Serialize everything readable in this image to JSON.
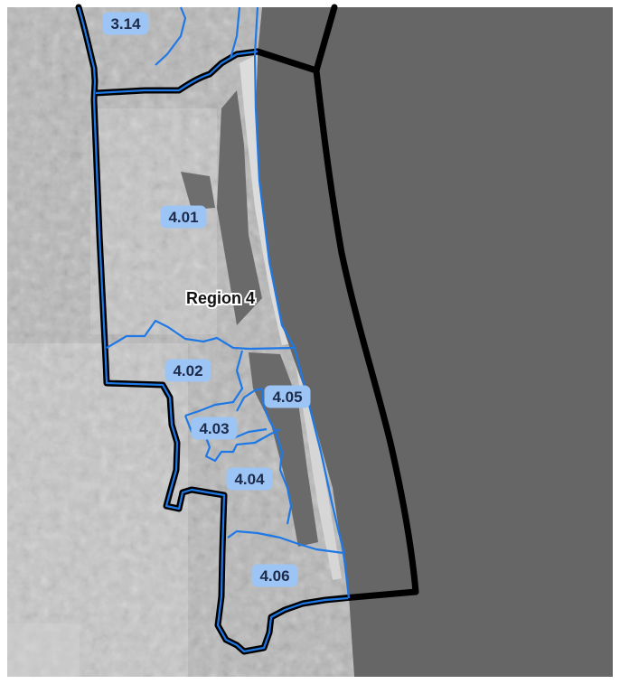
{
  "map": {
    "region_label": "Region 4",
    "subregions": [
      {
        "id": "3.14",
        "label": "3.14"
      },
      {
        "id": "4.01",
        "label": "4.01"
      },
      {
        "id": "4.02",
        "label": "4.02"
      },
      {
        "id": "4.03",
        "label": "4.03"
      },
      {
        "id": "4.04",
        "label": "4.04"
      },
      {
        "id": "4.05",
        "label": "4.05"
      },
      {
        "id": "4.06",
        "label": "4.06"
      }
    ],
    "colors": {
      "water": "#666666",
      "subregion_boundary": "#1e78e6",
      "region_boundary": "#000000",
      "label_fill": "#9cc5f5",
      "label_text": "#1d2b4a"
    }
  }
}
